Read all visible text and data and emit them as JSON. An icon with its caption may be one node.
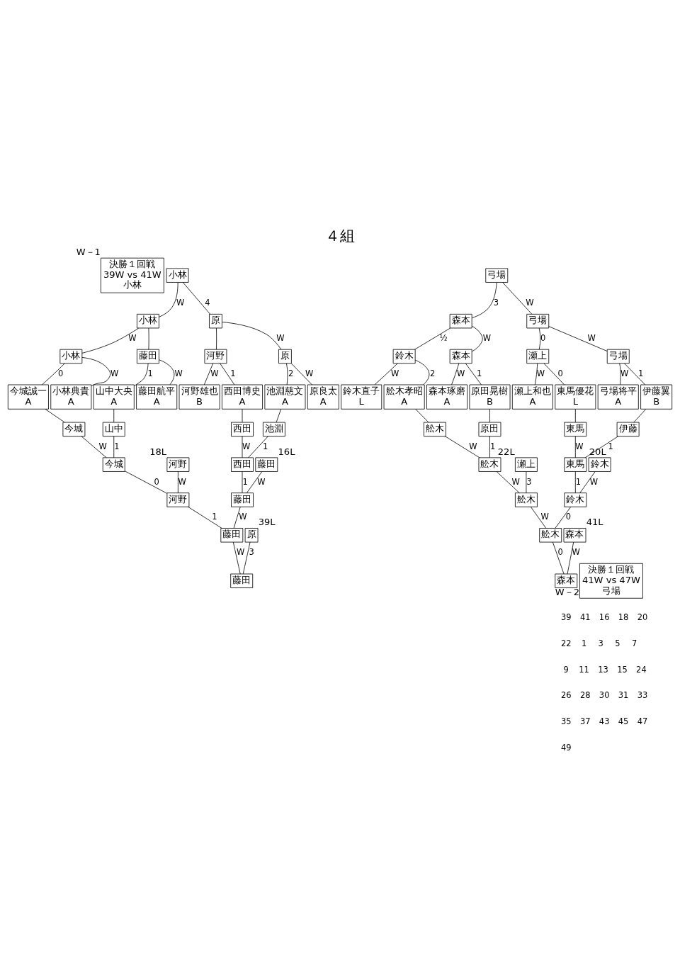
{
  "diagram": {
    "title": "４組",
    "nodes": [
      {
        "text": [
          "決勝１回戦",
          "39W vs 41W",
          "小林"
        ],
        "beside": [
          "W－1"
        ]
      },
      {
        "text": [
          "小林"
        ]
      },
      {
        "text": [
          "弓場"
        ]
      },
      {
        "text": [
          "小林"
        ]
      },
      {
        "text": [
          "原"
        ]
      },
      {
        "text": [
          "森本"
        ]
      },
      {
        "text": [
          "弓場"
        ]
      },
      {
        "text": [
          "小林"
        ]
      },
      {
        "text": [
          "藤田"
        ]
      },
      {
        "text": [
          "河野"
        ]
      },
      {
        "text": [
          "原"
        ]
      },
      {
        "text": [
          "鈴木"
        ]
      },
      {
        "text": [
          "森本"
        ]
      },
      {
        "text": [
          "瀬上"
        ]
      },
      {
        "text": [
          "弓場"
        ]
      },
      {
        "text": [
          "今城誠一",
          "A"
        ]
      },
      {
        "text": [
          "小林典貴",
          "A"
        ]
      },
      {
        "text": [
          "山中大央",
          "A"
        ]
      },
      {
        "text": [
          "藤田航平",
          "A"
        ]
      },
      {
        "text": [
          "河野雄也",
          "B"
        ]
      },
      {
        "text": [
          "西田博史",
          "A"
        ]
      },
      {
        "text": [
          "池淵慈文",
          "A"
        ]
      },
      {
        "text": [
          "原良太",
          "A"
        ]
      },
      {
        "text": [
          "鈴木直子",
          "L"
        ]
      },
      {
        "text": [
          "舩木孝昭",
          "A"
        ]
      },
      {
        "text": [
          "森本琢磨",
          "A"
        ]
      },
      {
        "text": [
          "原田晃樹",
          "B"
        ]
      },
      {
        "text": [
          "瀬上和也",
          "A"
        ]
      },
      {
        "text": [
          "東馬優花",
          "L"
        ]
      },
      {
        "text": [
          "弓場将平",
          "A"
        ]
      },
      {
        "text": [
          "伊藤翼",
          "B"
        ]
      },
      {
        "text": [
          "今城"
        ]
      },
      {
        "text": [
          "山中"
        ]
      },
      {
        "text": [
          "西田"
        ]
      },
      {
        "text": [
          "池淵"
        ]
      },
      {
        "text": [
          "舩木"
        ]
      },
      {
        "text": [
          "原田"
        ]
      },
      {
        "text": [
          "東馬"
        ]
      },
      {
        "text": [
          "伊藤"
        ]
      },
      {
        "text": [
          "今城"
        ]
      },
      {
        "text": [
          "河野"
        ],
        "beside": [
          "18L"
        ]
      },
      {
        "text": [
          "西田"
        ]
      },
      {
        "text": [
          "藤田"
        ],
        "beside": [
          "16L"
        ]
      },
      {
        "text": [
          "舩木"
        ]
      },
      {
        "text": [
          "瀬上"
        ],
        "beside": [
          "22L"
        ]
      },
      {
        "text": [
          "東馬"
        ]
      },
      {
        "text": [
          "鈴木"
        ],
        "beside": [
          "20L"
        ]
      },
      {
        "text": [
          "河野"
        ]
      },
      {
        "text": [
          "藤田"
        ]
      },
      {
        "text": [
          "舩木"
        ]
      },
      {
        "text": [
          "鈴木"
        ]
      },
      {
        "text": [
          "原"
        ],
        "beside": [
          "39L"
        ]
      },
      {
        "text": [
          "藤田"
        ]
      },
      {
        "text": [
          "森本"
        ],
        "beside": [
          "41L"
        ]
      },
      {
        "text": [
          "舩木"
        ]
      },
      {
        "text": [
          "藤田"
        ]
      },
      {
        "text": [
          "決勝１回戦",
          "41W vs 47W",
          "弓場"
        ],
        "beside": [
          "W－2"
        ]
      },
      {
        "text": [
          "森本"
        ]
      }
    ],
    "edges": [
      {
        "from": 15,
        "to": 7,
        "arrow": "none",
        "label": "0"
      },
      {
        "from": 16,
        "to": 7,
        "arrow": "none",
        "label": "W"
      },
      {
        "from": 17,
        "to": 8,
        "arrow": "none",
        "label": "1"
      },
      {
        "from": 18,
        "to": 8,
        "arrow": "none",
        "label": "W"
      },
      {
        "from": 19,
        "to": 9,
        "arrow": "none",
        "label": "W"
      },
      {
        "from": 20,
        "to": 9,
        "arrow": "none",
        "label": "1"
      },
      {
        "from": 21,
        "to": 10,
        "arrow": "none",
        "label": "2"
      },
      {
        "from": 22,
        "to": 10,
        "arrow": "none",
        "label": "W"
      },
      {
        "from": 23,
        "to": 11,
        "arrow": "none",
        "label": "W"
      },
      {
        "from": 24,
        "to": 11,
        "arrow": "none",
        "label": "2"
      },
      {
        "from": 25,
        "to": 12,
        "arrow": "none",
        "label": "W"
      },
      {
        "from": 26,
        "to": 12,
        "arrow": "none",
        "label": "1"
      },
      {
        "from": 27,
        "to": 13,
        "arrow": "none",
        "label": "W"
      },
      {
        "from": 28,
        "to": 13,
        "arrow": "none",
        "label": "0"
      },
      {
        "from": 29,
        "to": 14,
        "arrow": "none",
        "label": "W"
      },
      {
        "from": 30,
        "to": 14,
        "arrow": "none",
        "label": "1"
      },
      {
        "from": 7,
        "to": 3,
        "arrow": "none",
        "label": "W"
      },
      {
        "from": 8,
        "to": 3,
        "arrow": "none"
      },
      {
        "from": 9,
        "to": 4,
        "arrow": "none"
      },
      {
        "from": 10,
        "to": 4,
        "arrow": "none",
        "label": "W"
      },
      {
        "from": 11,
        "to": 5,
        "arrow": "none",
        "label": "½"
      },
      {
        "from": 12,
        "to": 5,
        "arrow": "none",
        "label": "W"
      },
      {
        "from": 13,
        "to": 6,
        "arrow": "none",
        "label": "0"
      },
      {
        "from": 14,
        "to": 6,
        "arrow": "none",
        "label": "W"
      },
      {
        "from": 3,
        "to": 1,
        "arrow": "none",
        "label": "W"
      },
      {
        "from": 4,
        "to": 1,
        "arrow": "none",
        "label": "4"
      },
      {
        "from": 5,
        "to": 2,
        "arrow": "none",
        "label": "3"
      },
      {
        "from": 6,
        "to": 2,
        "arrow": "none",
        "label": "W"
      },
      {
        "from": 15,
        "to": 31,
        "arrow": "none"
      },
      {
        "from": 17,
        "to": 32,
        "arrow": "none"
      },
      {
        "from": 20,
        "to": 33,
        "arrow": "none"
      },
      {
        "from": 21,
        "to": 34,
        "arrow": "none"
      },
      {
        "from": 24,
        "to": 35,
        "arrow": "none"
      },
      {
        "from": 26,
        "to": 36,
        "arrow": "none"
      },
      {
        "from": 28,
        "to": 37,
        "arrow": "none"
      },
      {
        "from": 30,
        "to": 38,
        "arrow": "none"
      },
      {
        "from": 31,
        "to": 39,
        "arrow": "none",
        "label": "W"
      },
      {
        "from": 32,
        "to": 39,
        "arrow": "none",
        "label": "1"
      },
      {
        "from": 33,
        "to": 41,
        "arrow": "none",
        "label": "W"
      },
      {
        "from": 34,
        "to": 41,
        "arrow": "none",
        "label": "1"
      },
      {
        "from": 35,
        "to": 43,
        "arrow": "none",
        "label": "W"
      },
      {
        "from": 36,
        "to": 43,
        "arrow": "none",
        "label": "1"
      },
      {
        "from": 37,
        "to": 45,
        "arrow": "none",
        "label": "W"
      },
      {
        "from": 38,
        "to": 45,
        "arrow": "none",
        "label": "1"
      },
      {
        "from": 39,
        "to": 47,
        "arrow": "none",
        "label": "0"
      },
      {
        "from": 40,
        "to": 47,
        "arrow": "none",
        "label": "W"
      },
      {
        "from": 41,
        "to": 48,
        "arrow": "none",
        "label": "1"
      },
      {
        "from": 42,
        "to": 48,
        "arrow": "none",
        "label": "W"
      },
      {
        "from": 43,
        "to": 49,
        "arrow": "none",
        "label": "W"
      },
      {
        "from": 44,
        "to": 49,
        "arrow": "none",
        "label": "3"
      },
      {
        "from": 45,
        "to": 50,
        "arrow": "none",
        "label": "1"
      },
      {
        "from": 46,
        "to": 50,
        "arrow": "none",
        "label": "W"
      },
      {
        "from": 47,
        "to": 52,
        "arrow": "none",
        "label": "1"
      },
      {
        "from": 48,
        "to": 52,
        "arrow": "none",
        "label": "W"
      },
      {
        "from": 49,
        "to": 54,
        "arrow": "none",
        "label": "W"
      },
      {
        "from": 50,
        "to": 54,
        "arrow": "none",
        "label": "0"
      },
      {
        "from": 51,
        "to": 55,
        "arrow": "none",
        "label": "3"
      },
      {
        "from": 52,
        "to": 55,
        "arrow": "none",
        "label": "W"
      },
      {
        "from": 53,
        "to": 57,
        "arrow": "none",
        "label": "W"
      },
      {
        "from": 54,
        "to": 57,
        "arrow": "none",
        "label": "0"
      }
    ],
    "labels": [
      "39",
      "41",
      "16",
      "18",
      "20",
      "22",
      "1",
      "3",
      "5",
      "7",
      "9",
      "11",
      "13",
      "15",
      "24",
      "26",
      "28",
      "30",
      "31",
      "33",
      "35",
      "37",
      "43",
      "45",
      "47",
      "49"
    ]
  }
}
